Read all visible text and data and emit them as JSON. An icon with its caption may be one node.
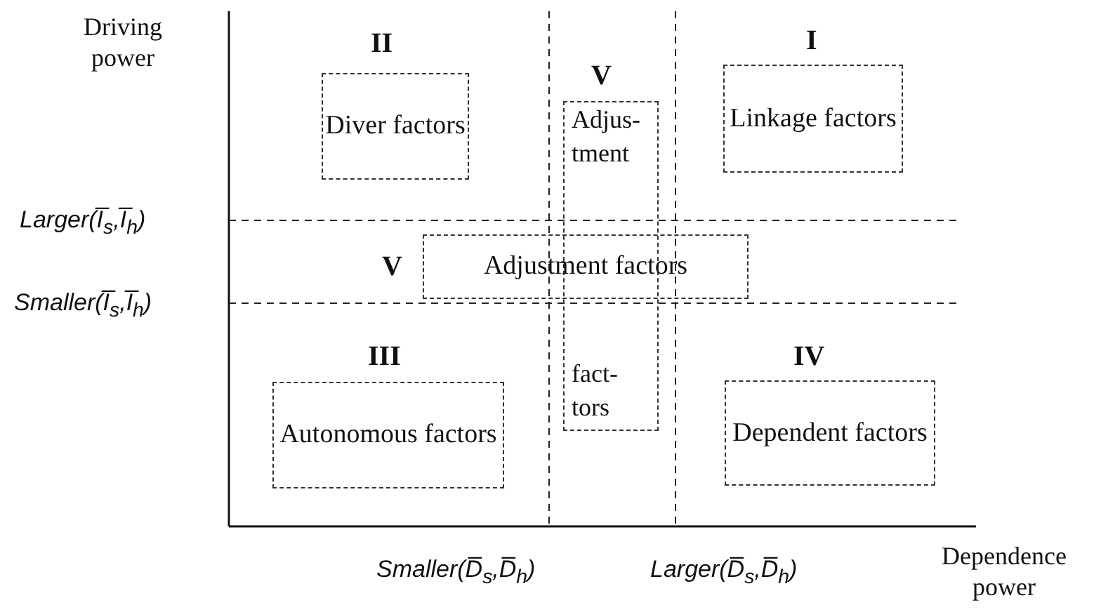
{
  "diagram": {
    "nodes": [
      {
        "text": [
          "II",
          "Diver factors"
        ]
      },
      {
        "text": [
          "V",
          "Adjus- tment",
          "fact- tors"
        ]
      },
      {
        "text": [
          "I",
          "Linkage factors"
        ]
      },
      {
        "text": [
          "V",
          "Adjustment factors"
        ]
      },
      {
        "text": [
          "III",
          "Autonomous factors"
        ]
      },
      {
        "text": [
          "IV",
          "Dependent factors"
        ]
      }
    ],
    "edges": [],
    "labels": [
      "Driving power",
      "Larger(I̅$_{s}$,I̅$_{h}$)",
      "Smaller(I̅$_{s}$,I̅$_{h}$)",
      "Smaller(D̅$_{s}$,D̅$_{h}$)",
      "Larger(D̅$_{s}$,D̅$_{h}$)",
      "Dependence power"
    ]
  }
}
